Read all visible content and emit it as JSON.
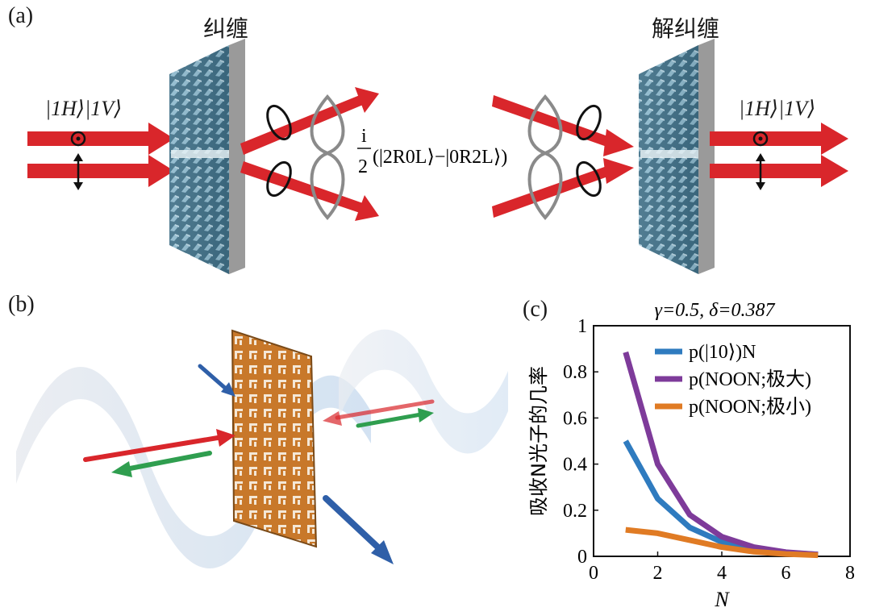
{
  "panel_a": {
    "label": "(a)",
    "left_title": "纠缠",
    "right_title": "解纠缠",
    "input_state": "|1H⟩|1V⟩",
    "output_state": "|1H⟩|1V⟩",
    "entangled_prefactor": "i",
    "entangled_denominator": "2",
    "entangled_state": "(|2R0L⟩−|0R2L⟩)",
    "colors": {
      "beam": "#d9262b",
      "metasurface": "#3f6f86",
      "loop": "#8a8a8a"
    }
  },
  "panel_b": {
    "label": "(b)",
    "colors": {
      "plate": "#c8782a",
      "arrow_red": "#d9262b",
      "arrow_green": "#2f9e4f",
      "arrow_blue": "#2f5fa8",
      "wave": "#b7cfe6"
    }
  },
  "panel_c": {
    "label": "(c)",
    "chart_data": {
      "type": "line",
      "title": "γ=0.5, δ=0.387",
      "xlabel": "N",
      "ylabel": "吸收N光子的几率",
      "xlim": [
        0,
        8
      ],
      "ylim": [
        0,
        1
      ],
      "xticks": [
        0,
        2,
        4,
        6,
        8
      ],
      "yticks": [
        0,
        0.2,
        0.4,
        0.6,
        0.8,
        1
      ],
      "ytick_labels": [
        "0",
        "0.2",
        "0.4",
        "0.6",
        "0.8",
        "1"
      ],
      "legend_position": "top-right",
      "series": [
        {
          "name": "p(|10⟩)N",
          "color": "#2f7bbf",
          "x": [
            1,
            2,
            3,
            4,
            5,
            6,
            7
          ],
          "y": [
            0.5,
            0.25,
            0.125,
            0.0625,
            0.031,
            0.016,
            0.008
          ]
        },
        {
          "name": "p(NOON;极大)",
          "color": "#7e3b9a",
          "x": [
            1,
            2,
            3,
            4,
            5,
            6,
            7
          ],
          "y": [
            0.885,
            0.4,
            0.18,
            0.085,
            0.04,
            0.018,
            0.008
          ]
        },
        {
          "name": "p(NOON;极小)",
          "color": "#e07b24",
          "x": [
            1,
            2,
            3,
            4,
            5,
            6,
            7
          ],
          "y": [
            0.115,
            0.1,
            0.07,
            0.04,
            0.02,
            0.01,
            0.005
          ]
        }
      ]
    }
  }
}
